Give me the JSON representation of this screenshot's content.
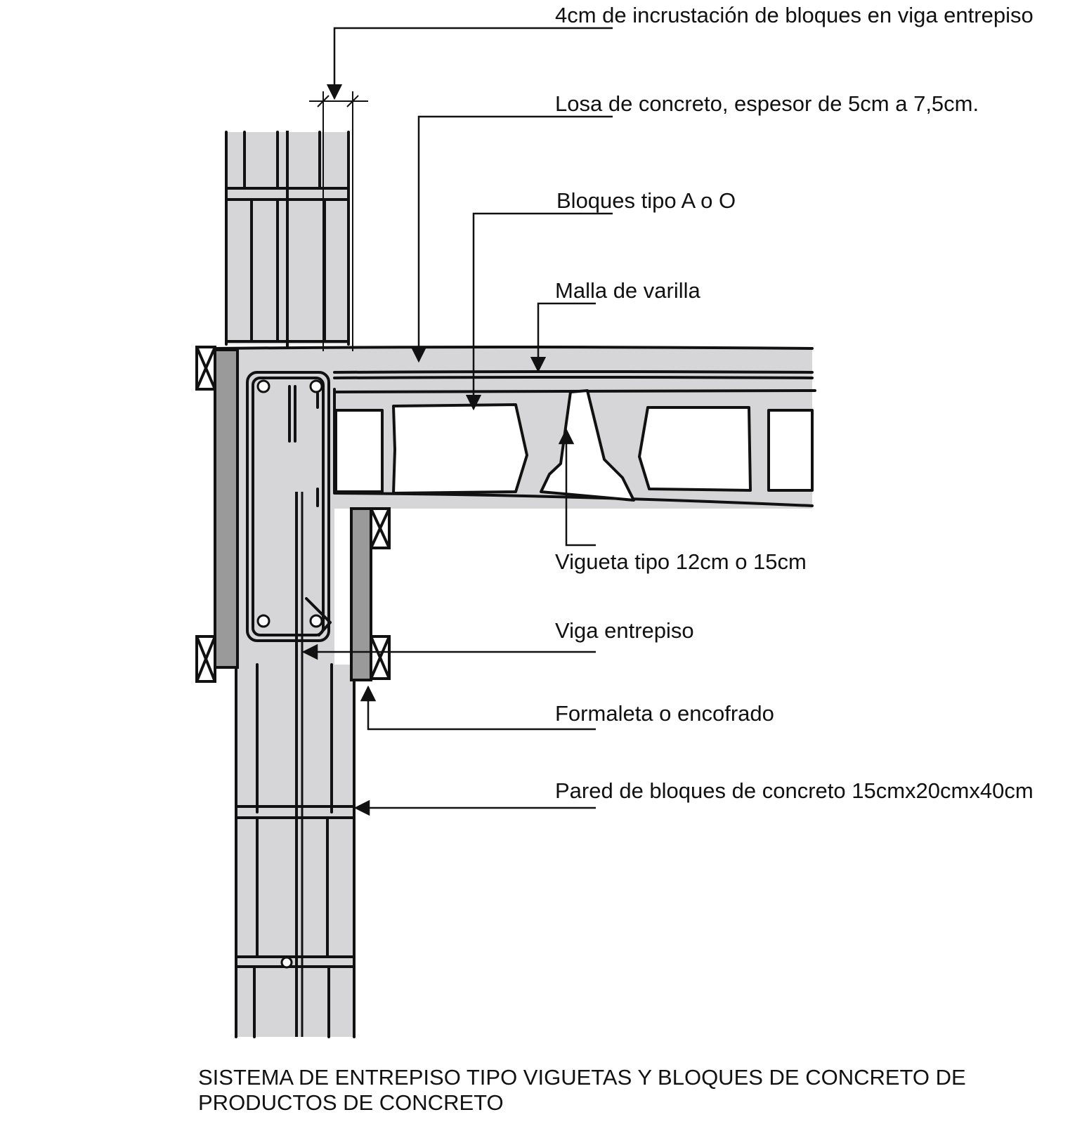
{
  "labels": {
    "incrustacion": "4cm de incrustación de bloques en viga entrepiso",
    "losa": "Losa de concreto, espesor de 5cm a 7,5cm.",
    "bloques": "Bloques tipo A o O",
    "malla": "Malla de varilla",
    "vigueta": "Vigueta tipo 12cm o 15cm",
    "viga": "Viga entrepiso",
    "formaleta": "Formaleta o encofrado",
    "pared": "Pared de bloques de concreto 15cmx20cmx40cm"
  },
  "caption": {
    "line1": "SISTEMA DE ENTREPISO TIPO VIGUETAS Y BLOQUES DE CONCRETO DE",
    "line2": "PRODUCTOS DE CONCRETO"
  },
  "colors": {
    "ink": "#111111",
    "concrete_fill": "#d6d6d8",
    "formwork_fill": "#9a9a9a",
    "paper": "#ffffff"
  }
}
